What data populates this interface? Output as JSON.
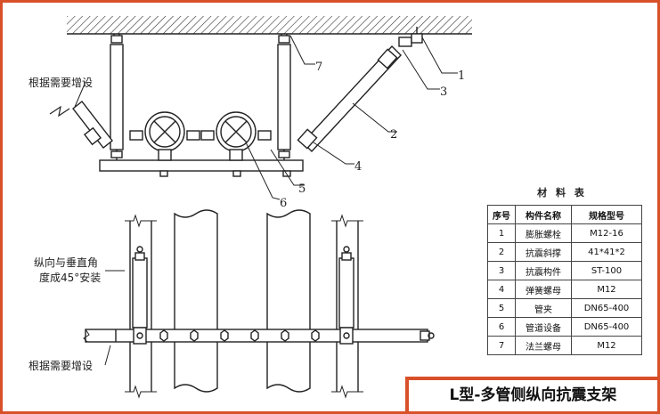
{
  "callouts": {
    "c1": "1",
    "c2": "2",
    "c3": "3",
    "c4": "4",
    "c5": "5",
    "c6": "6",
    "c7": "7"
  },
  "notes": {
    "add_as_needed_top": "根据需要增设",
    "angle_line1": "纵向与垂直角",
    "angle_line2": "度成45°安装",
    "add_as_needed_bottom": "根据需要增设"
  },
  "materials": {
    "title": "材 料 表",
    "headers": [
      "序号",
      "构件名称",
      "规格型号"
    ],
    "rows": [
      [
        "1",
        "膨胀螺栓",
        "M12-16"
      ],
      [
        "2",
        "抗震斜撑",
        "41*41*2"
      ],
      [
        "3",
        "抗震构件",
        "ST-100"
      ],
      [
        "4",
        "弹簧螺母",
        "M12"
      ],
      [
        "5",
        "管夹",
        "DN65-400"
      ],
      [
        "6",
        "管道设备",
        "DN65-400"
      ],
      [
        "7",
        "法兰螺母",
        "M12"
      ]
    ]
  },
  "caption": "L型-多管侧纵向抗震支架",
  "colors": {
    "frame": "#d8502a",
    "line": "#222222"
  }
}
